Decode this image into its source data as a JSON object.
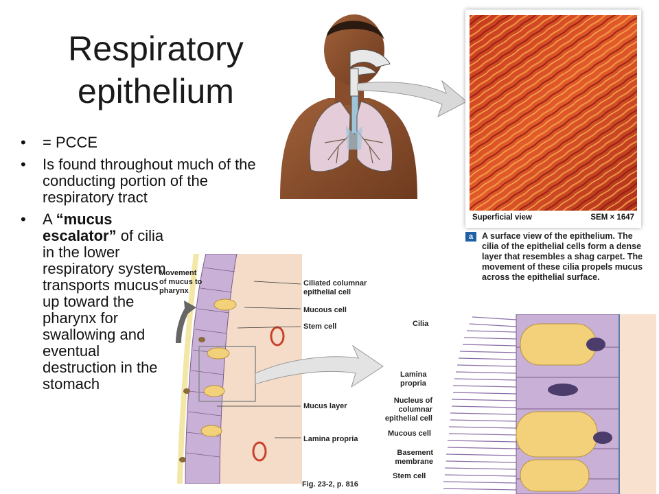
{
  "slide": {
    "title": "Respiratory epithelium",
    "bullets": [
      "= PCCE",
      "Is found throughout much of the conducting portion of the respiratory tract"
    ],
    "bullet3": {
      "prefix": "A ",
      "bold": "“mucus escalator”",
      "rest": " of cilia in the lower respiratory system transports mucus up toward the pharynx for swallowing and eventual destruction in the stomach"
    }
  },
  "figure": {
    "sem_view_label": "Superficial view",
    "sem_mag": "SEM × 1647",
    "caption_tag": "a",
    "caption": "A surface view of the epithelium. The cilia of the epithelial cells form a dense layer that resembles a shag carpet. The movement of these cilia propels mucus across the epithelial surface.",
    "left_labels": {
      "movement": "Movement of mucus to pharynx",
      "ciliated": "Ciliated columnar epithelial cell",
      "mucous_cell": "Mucous cell",
      "stem_cell": "Stem cell",
      "mucus_layer": "Mucus layer",
      "lamina": "Lamina propria"
    },
    "right_labels": {
      "cilia": "Cilia",
      "lamina": "Lamina propria",
      "nucleus": "Nucleus of columnar epithelial cell",
      "mucous_cell": "Mucous cell",
      "basement": "Basement membrane",
      "stem_cell": "Stem cell"
    },
    "figref": "Fig. 23-2, p. 816"
  }
}
